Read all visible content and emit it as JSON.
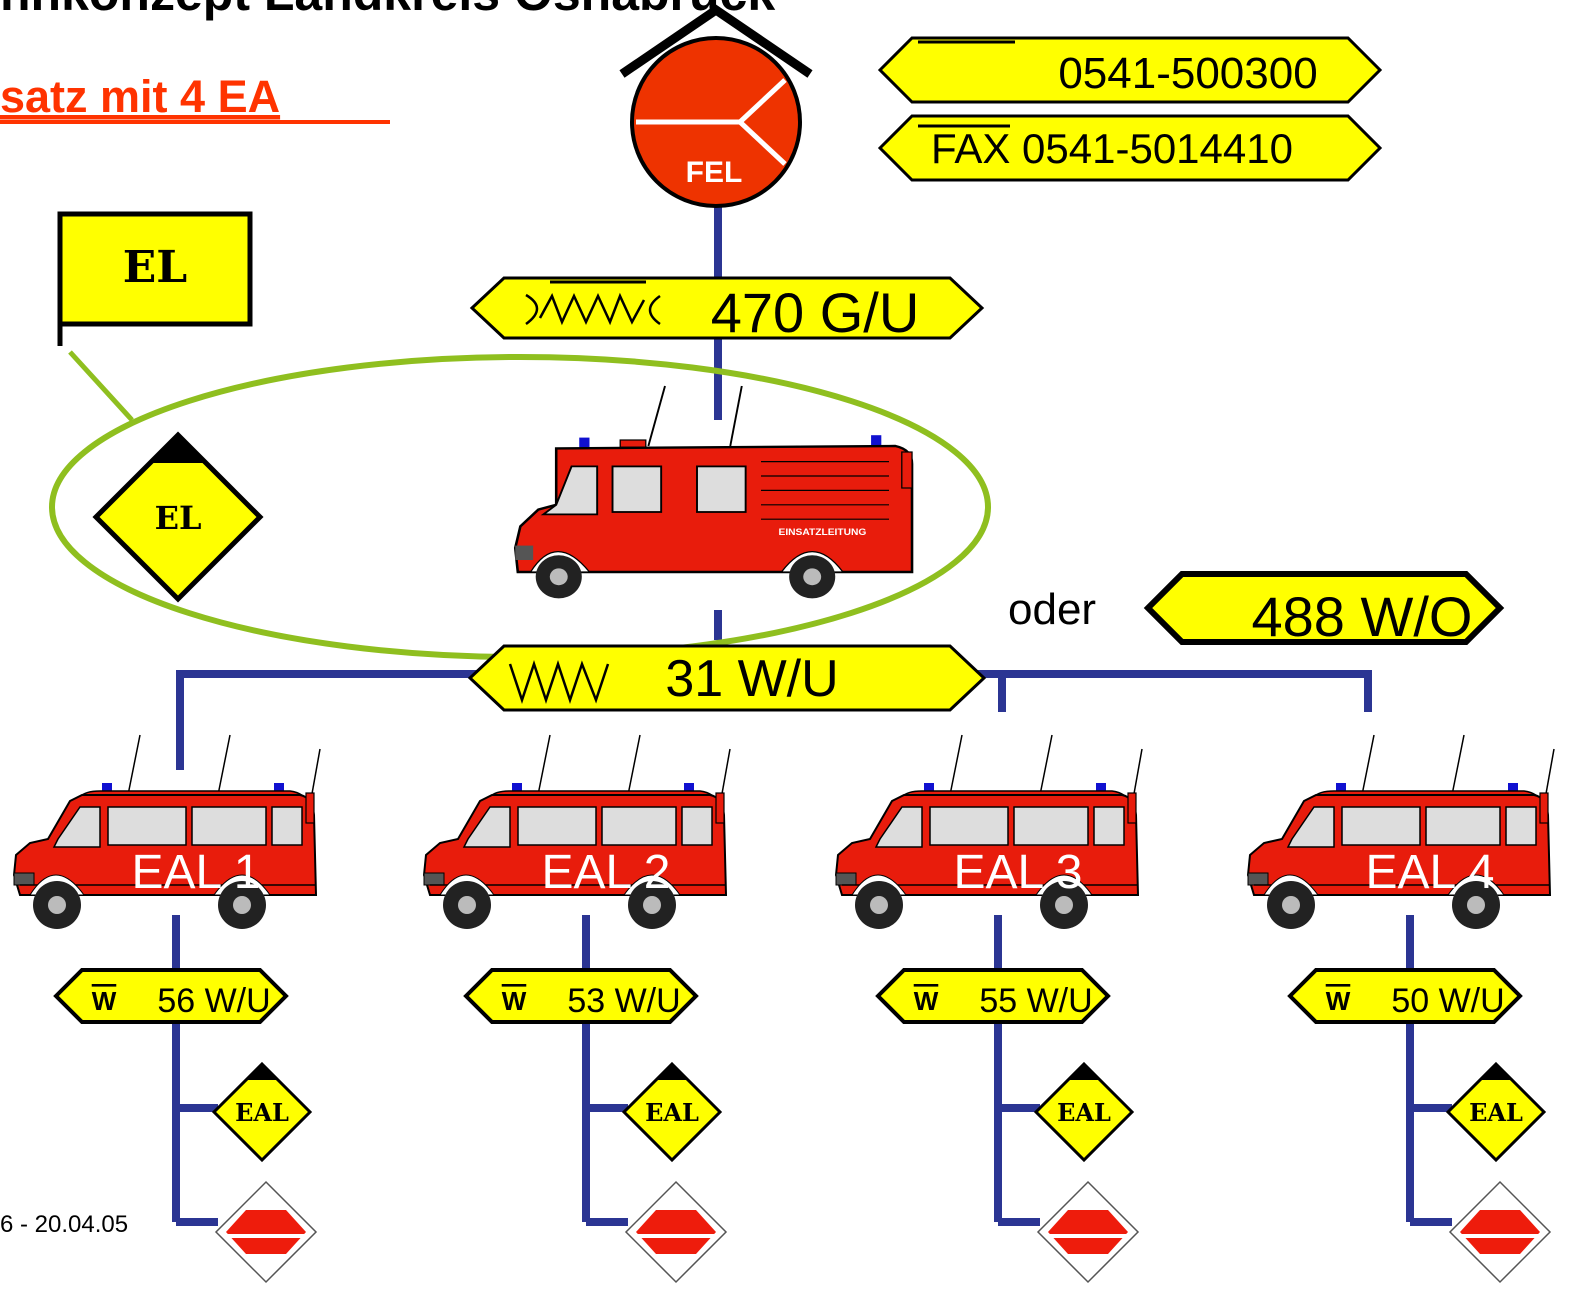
{
  "header": {
    "title_fragment": "nnkonzept Landkreis Osnabrück",
    "subtitle_fragment": "satz mit 4 EA"
  },
  "fel": {
    "label": "FEL",
    "phone": "0541-500300",
    "fax": "FAX 0541-5014410"
  },
  "el": {
    "flag_label": "EL",
    "diamond_label": "EL",
    "link_channel": "470 G/U",
    "vehicle_text": "EINSATZLEITUNG",
    "alt_word": "oder",
    "alt_channel": "488 W/O",
    "bus_channel": "31 W/U"
  },
  "units": [
    {
      "label": "EAL 1",
      "channel": "56 W/U",
      "badge": "EAL"
    },
    {
      "label": "EAL 2",
      "channel": "53 W/U",
      "badge": "EAL"
    },
    {
      "label": "EAL 3",
      "channel": "55 W/U",
      "badge": "EAL"
    },
    {
      "label": "EAL 4",
      "channel": "50 W/U",
      "badge": "EAL"
    }
  ],
  "footer": {
    "page_info": "6 - 20.04.05"
  },
  "colors": {
    "line": "#2b3593",
    "sign_fill": "#ffff00",
    "title_red": "#ff3300",
    "vehicle_red": "#e81c0c",
    "ellipse": "#8fbf1f"
  }
}
